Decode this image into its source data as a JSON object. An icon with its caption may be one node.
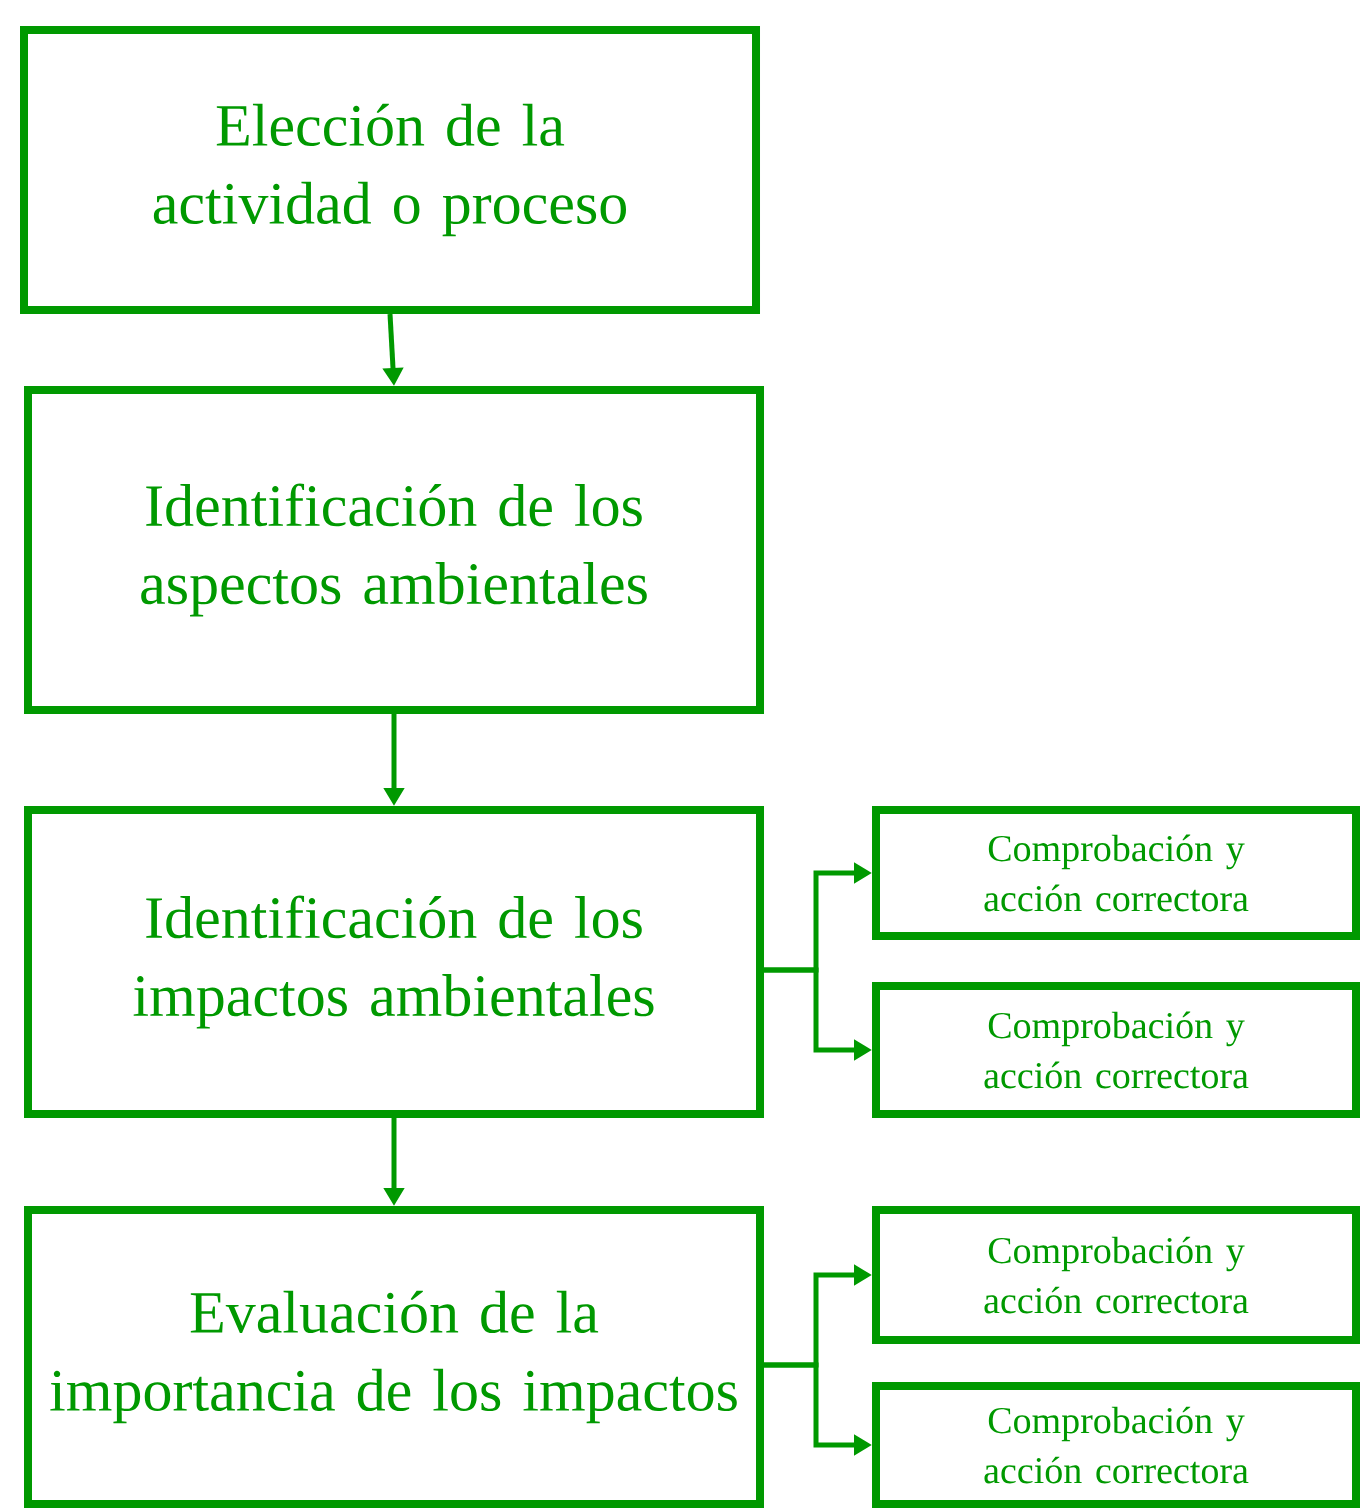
{
  "diagram": {
    "nodes": [
      {
        "text": [
          "Elección de la actividad o proceso"
        ]
      },
      {
        "text": [
          "Identificación de los aspectos ambientales"
        ]
      },
      {
        "text": [
          "Identificación de los impactos ambientales"
        ]
      },
      {
        "text": [
          "Comprobación y acción correctora"
        ]
      },
      {
        "text": [
          "Comprobación y acción correctora"
        ]
      },
      {
        "text": [
          "Evaluación de la importancia de los impactos"
        ]
      },
      {
        "text": [
          "Comprobación y acción correctora"
        ]
      },
      {
        "text": [
          "Comprobación y acción correctora"
        ]
      }
    ],
    "edges": [
      {
        "from": 0,
        "to": 1,
        "arrow": "to"
      },
      {
        "from": 1,
        "to": 2,
        "arrow": "to"
      },
      {
        "from": 2,
        "to": 3,
        "arrow": "to"
      },
      {
        "from": 2,
        "to": 4,
        "arrow": "to"
      },
      {
        "from": 2,
        "to": 5,
        "arrow": "to"
      },
      {
        "from": 5,
        "to": 6,
        "arrow": "to"
      },
      {
        "from": 5,
        "to": 7,
        "arrow": "to"
      }
    ]
  }
}
